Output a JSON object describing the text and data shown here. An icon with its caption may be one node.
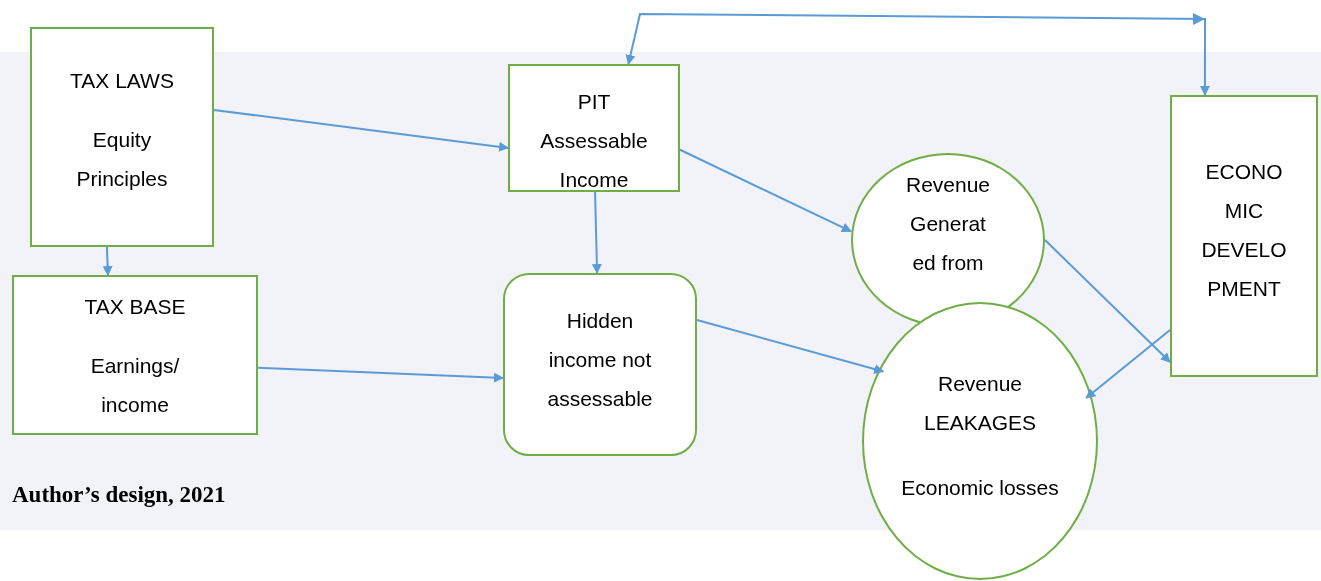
{
  "diagram": {
    "nodes": [
      {
        "text": [
          "TAX LAWS",
          "Equity Principles"
        ]
      },
      {
        "text": [
          "PIT Assessable Income"
        ]
      },
      {
        "text": [
          "Revenue Generat ed from"
        ]
      },
      {
        "text": [
          "ECONO MIC DEVELO PMENT"
        ]
      },
      {
        "text": [
          "TAX BASE",
          "Earnings/ income"
        ]
      },
      {
        "text": [
          "Hidden income not assessable"
        ]
      },
      {
        "text": [
          "Revenue LEAKAGES",
          "Economic losses"
        ]
      }
    ],
    "edges": [
      {
        "from": 0,
        "to": 1,
        "arrow": "to"
      },
      {
        "from": 0,
        "to": 4,
        "arrow": "to"
      },
      {
        "from": 4,
        "to": 5,
        "arrow": "to"
      },
      {
        "from": 1,
        "to": 5,
        "arrow": "to"
      },
      {
        "from": 1,
        "to": 2,
        "arrow": "to"
      },
      {
        "from": 5,
        "to": 6,
        "arrow": "to"
      },
      {
        "from": 2,
        "to": 3,
        "arrow": "to"
      },
      {
        "from": 3,
        "to": 6,
        "arrow": "to"
      },
      {
        "from": 1,
        "to": 3,
        "arrow": "both"
      }
    ],
    "labels": [
      "Author’s design, 2021"
    ]
  }
}
